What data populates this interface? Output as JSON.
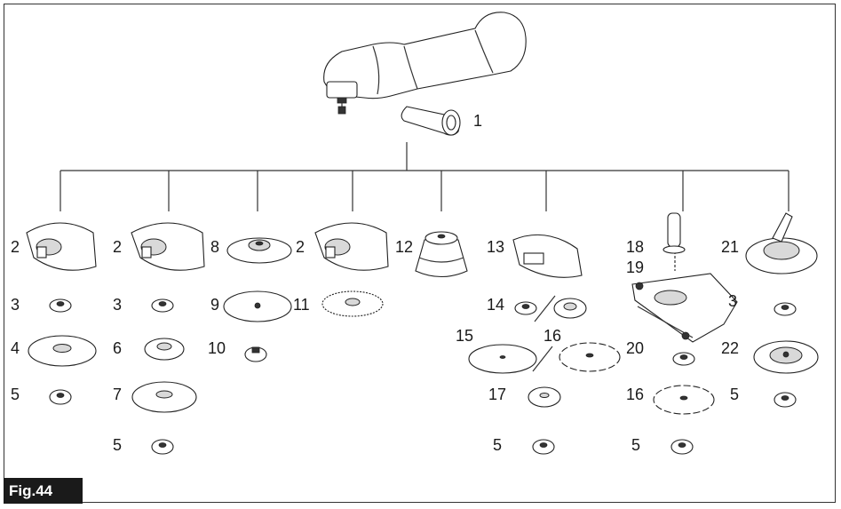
{
  "figure": {
    "label": "Fig.44"
  },
  "callouts": {
    "side_handle": "1",
    "guard_a": "2",
    "guard_b": "2",
    "guard_c": "2",
    "inner_flange_a": "3",
    "inner_flange_b": "3",
    "inner_flange_c": "3",
    "depressed_wheel": "4",
    "lock_nut_a": "5",
    "lock_nut_b": "5",
    "lock_nut_c": "5",
    "lock_nut_d": "5",
    "lock_nut_e": "5",
    "flap_disc": "6",
    "abrasive_disc": "7",
    "rubber_pad": "8",
    "sanding_disc": "9",
    "sanding_lock_nut": "10",
    "wire_wheel": "11",
    "wire_cup_brush": "12",
    "cutting_guard": "13",
    "inner_flange_14": "14",
    "cut_off_wheel": "15",
    "diamond_wheel_a": "16",
    "diamond_wheel_b": "16",
    "outer_flange": "17",
    "side_grip": "18",
    "dust_cover": "19",
    "ring": "20",
    "dust_shroud": "21",
    "cup_wheel": "22"
  }
}
